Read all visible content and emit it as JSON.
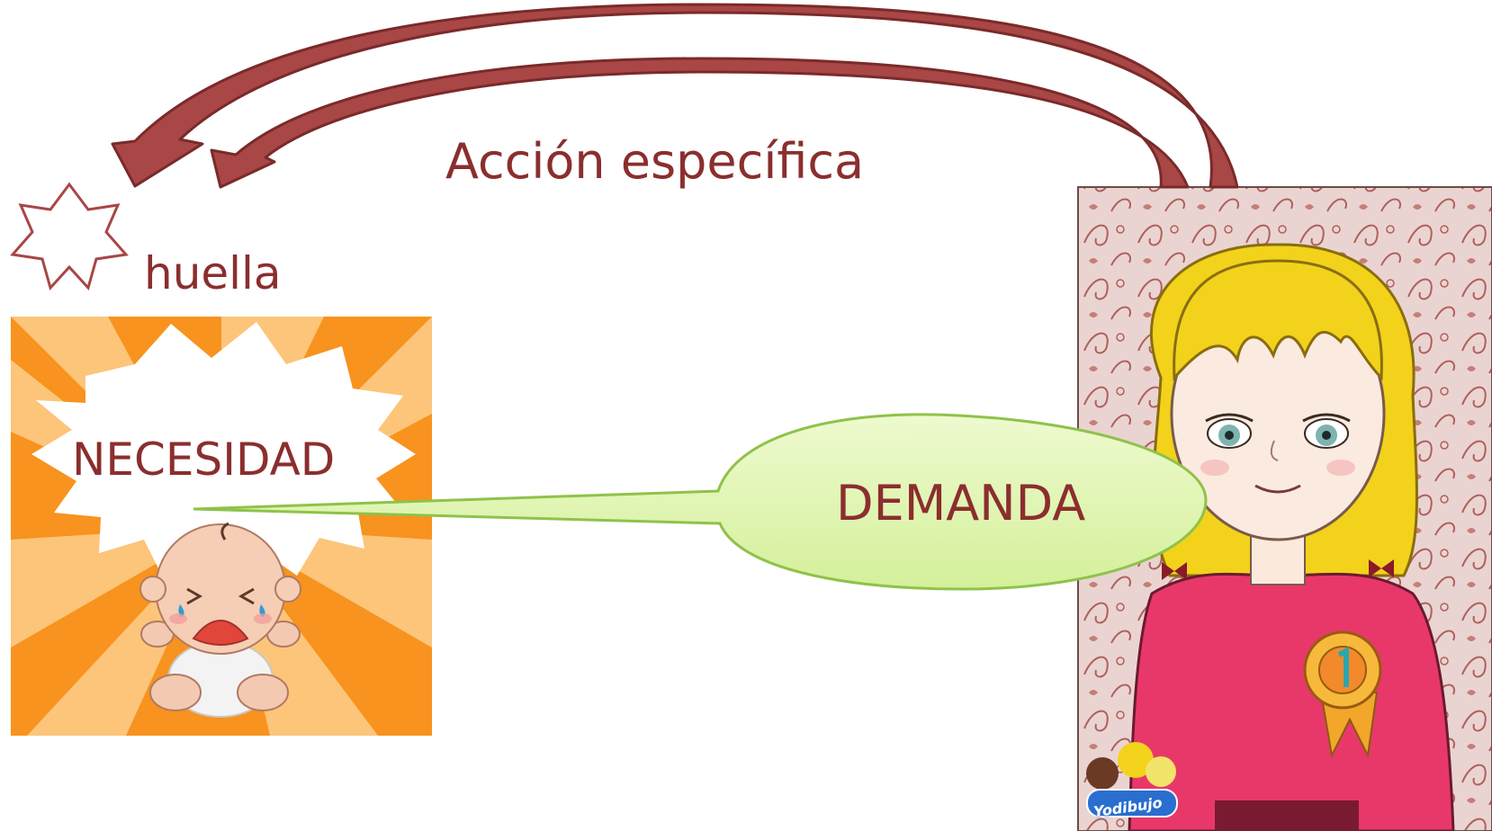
{
  "diagram": {
    "action_label": "Acción específica",
    "trace_label": "huella",
    "need_label": "NECESIDAD",
    "demand_label": "DEMANDA"
  },
  "illustration": {
    "logo_text": "Yodibujo"
  },
  "colors": {
    "arrow": "#a94646",
    "arrow_stroke": "#7a2a2a",
    "text": "#8b2e2e",
    "bubble_fill": "#dff5b0",
    "bubble_stroke": "#8fc24a",
    "burst_orange": "#f7931e",
    "burst_light": "#fcc57a",
    "hair": "#f2d21b",
    "shirt": "#e8386a",
    "wallpaper": "#e9d2cf"
  },
  "icons": [
    "star-icon",
    "baby-icon",
    "medal-icon"
  ]
}
